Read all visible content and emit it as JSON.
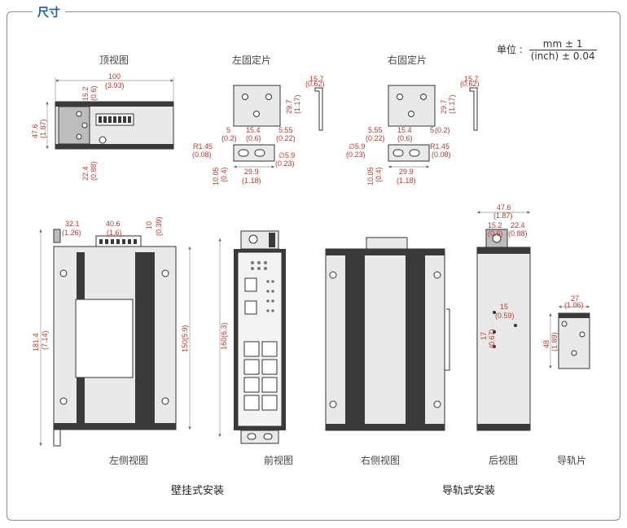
{
  "section_title": "尺寸",
  "unit": {
    "label": "单位 :",
    "numerator": "mm ± 1",
    "denominator": "(inch) ± 0.04"
  },
  "views": {
    "top": "顶视图",
    "left_bracket": "左固定片",
    "right_bracket": "右固定片",
    "left_side": "左侧视图",
    "front": "前视图",
    "right_side": "右侧视图",
    "rear": "后视图",
    "din_clip": "导轨片"
  },
  "groups": {
    "wall_mount": "壁挂式安装",
    "din_mount": "导轨式安装"
  },
  "dims": {
    "top_w_mm": "100",
    "top_w_in": "(3.93)",
    "top_15_mm": "15.2",
    "top_15_in": "(0.6)",
    "top_h_mm": "47.6",
    "top_h_in": "(1.87)",
    "top_22_mm": "22.4",
    "top_22_in": "(0.88)",
    "lb_157_mm": "15.7",
    "lb_157_in": "(0.62)",
    "lb_297_mm": "29.7",
    "lb_297_in": "(1.17)",
    "lb_5_mm": "5",
    "lb_5_in": "(0.2)",
    "lb_154_mm": "15.4",
    "lb_154_in": "(0.6)",
    "lb_555_mm": "5.55",
    "lb_555_in": "(0.22)",
    "lb_r_mm": "R1.45",
    "lb_r_in": "(0.08)",
    "lb_d_mm": "∅5.9",
    "lb_d_in": "(0.23)",
    "lb_1005_mm": "10.05",
    "lb_1005_in": "(0.4)",
    "lb_299_mm": "29.9",
    "lb_299_in": "(1.18)",
    "rb_157_mm": "15.7",
    "rb_157_in": "(0.62)",
    "rb_297_mm": "29.7",
    "rb_297_in": "(1.17)",
    "rb_555_mm": "5.55",
    "rb_555_in": "(0.22)",
    "rb_154_mm": "15.4",
    "rb_154_in": "(0.6)",
    "rb_5_mm": "5",
    "rb_5_in": "(0.2)",
    "rb_d_mm": "∅5.9",
    "rb_d_in": "(0.23)",
    "rb_r_mm": "R1.45",
    "rb_r_in": "(0.08)",
    "rb_1005_mm": "10.05",
    "rb_1005_in": "(0.4)",
    "rb_299_mm": "29.9",
    "rb_299_in": "(1.18)",
    "ls_321_mm": "32.1",
    "ls_321_in": "(1.26)",
    "ls_406_mm": "40.6",
    "ls_406_in": "(1.6)",
    "ls_10_mm": "10",
    "ls_10_in": "(0.39)",
    "ls_1814_mm": "181.4",
    "ls_1814_in": "(7.14)",
    "ls_150": "150(5.9)",
    "fr_160": "160(6.3)",
    "re_476_mm": "47.6",
    "re_476_in": "(1.87)",
    "re_152_mm": "15.2",
    "re_152_in": "(0.6)",
    "re_224_mm": "22.4",
    "re_224_in": "(0.88)",
    "re_15_mm": "15",
    "re_15_in": "(0.59)",
    "re_17_mm": "17",
    "re_17_in": "(0.67)",
    "din_27_mm": "27",
    "din_27_in": "(1.06)",
    "din_48_mm": "48",
    "din_48_in": "(1.89)"
  }
}
